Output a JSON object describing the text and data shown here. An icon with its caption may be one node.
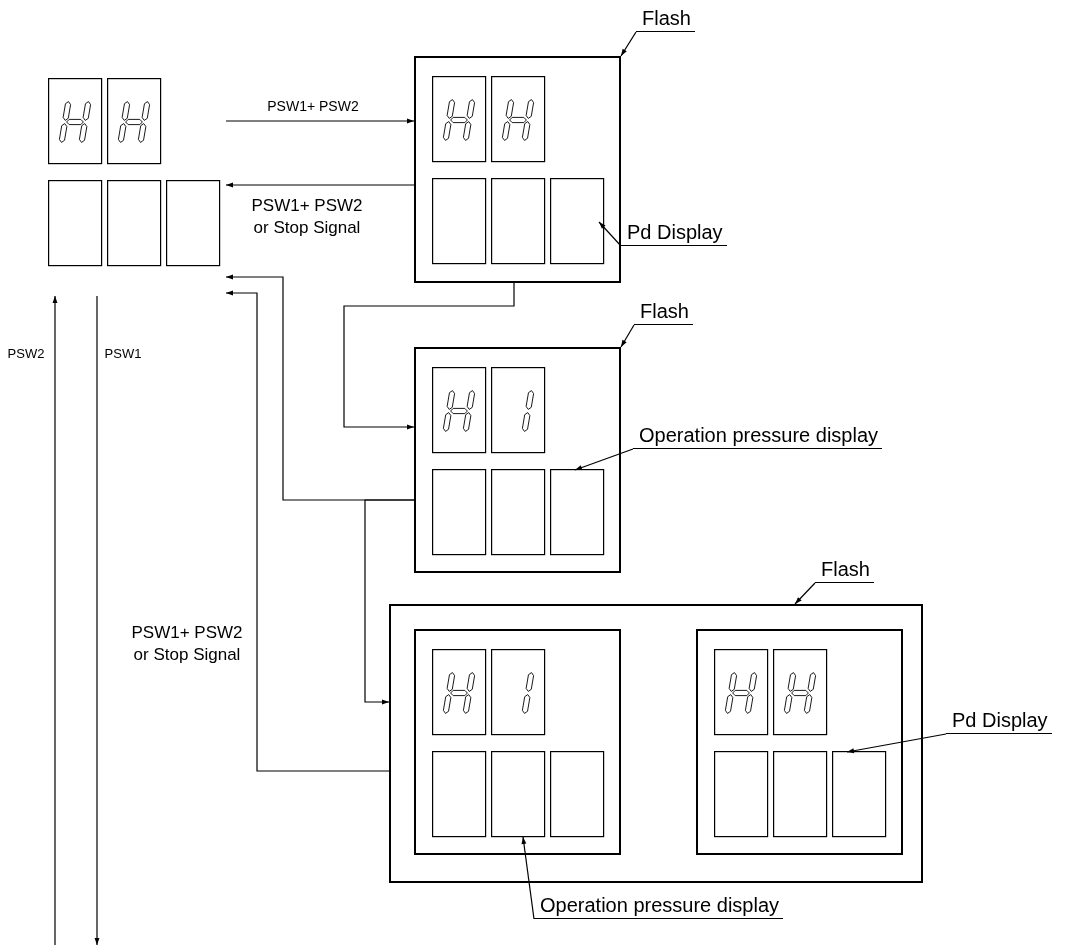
{
  "diagram": {
    "nodes": [
      {
        "text": [],
        "shape": "picture"
      },
      {
        "text": [
          "Flash"
        ]
      },
      {
        "text": [],
        "shape": "box"
      },
      {
        "text": [
          "Pd Display"
        ]
      },
      {
        "text": [
          "Flash"
        ]
      },
      {
        "text": [],
        "shape": "box"
      },
      {
        "text": [
          "Operation pressure display"
        ]
      },
      {
        "text": [
          "Flash"
        ]
      },
      {
        "text": [],
        "shape": "box"
      },
      {
        "text": [],
        "shape": "box",
        "in": 8
      },
      {
        "text": [],
        "shape": "box",
        "in": 8
      },
      {
        "text": [
          "Pd Display"
        ]
      },
      {
        "text": [
          "Operation pressure display"
        ]
      }
    ],
    "edges": [
      {
        "from": 0,
        "to": 2,
        "arrow": "to",
        "label": "PSW1+ PSW2"
      },
      {
        "from": 2,
        "to": 0,
        "arrow": "to",
        "label": "PSW1+ PSW2 or Stop Signal"
      },
      {
        "from": 2,
        "to": 5,
        "arrow": "to"
      },
      {
        "from": 5,
        "to": 0,
        "arrow": "to"
      },
      {
        "from": 5,
        "to": 8,
        "arrow": "to"
      },
      {
        "from": 8,
        "to": 0,
        "arrow": "to",
        "label": "PSW1+ PSW2 or Stop Signal"
      },
      {
        "from": null,
        "to": 0,
        "arrow": "to",
        "label": "PSW2"
      },
      {
        "from": 0,
        "to": null,
        "arrow": "to",
        "label": "PSW1"
      },
      {
        "from": 1,
        "to": 2,
        "arrow": "to"
      },
      {
        "from": 3,
        "to": 2,
        "arrow": "to"
      },
      {
        "from": 4,
        "to": 5,
        "arrow": "to"
      },
      {
        "from": 6,
        "to": 5,
        "arrow": "to"
      },
      {
        "from": 7,
        "to": 8,
        "arrow": "to"
      },
      {
        "from": 11,
        "to": 10,
        "arrow": "to"
      },
      {
        "from": 12,
        "to": 9,
        "arrow": "to"
      }
    ]
  }
}
